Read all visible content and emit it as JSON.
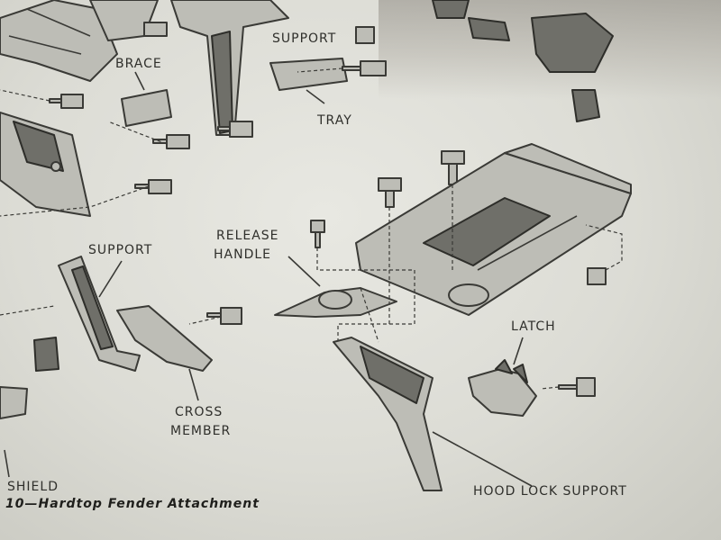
{
  "labels": {
    "support_top": "SUPPORT",
    "brace": "BRACE",
    "tray": "TRAY",
    "support_left": "SUPPORT",
    "release_handle_1": "RELEASE",
    "release_handle_2": "HANDLE",
    "latch": "LATCH",
    "cross_member_1": "CROSS",
    "cross_member_2": "MEMBER",
    "shield": "SHIELD",
    "hood_lock_support": "HOOD LOCK SUPPORT"
  },
  "caption": "10—Hardtop Fender Attachment"
}
